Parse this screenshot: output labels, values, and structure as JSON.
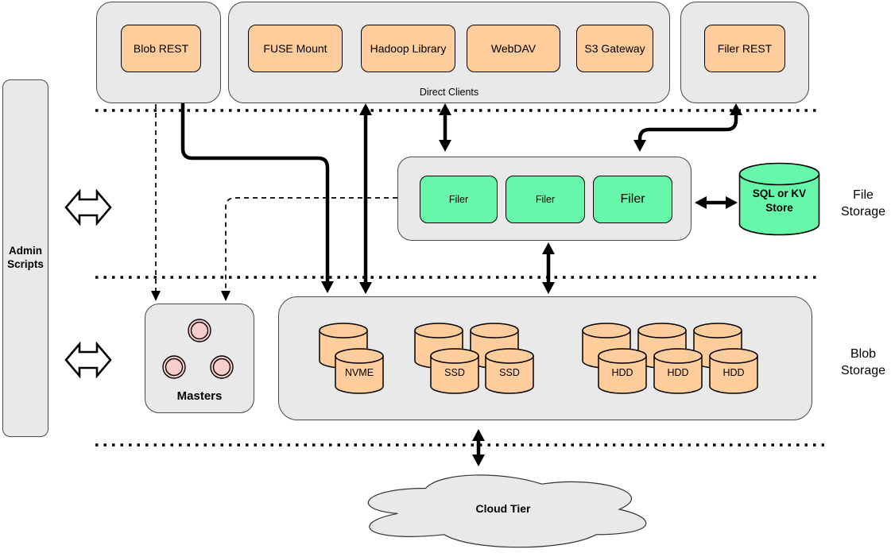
{
  "diagram": {
    "admin_scripts_label": "Admin Scripts",
    "top_row": {
      "blob_rest": "Blob REST",
      "direct_clients": {
        "title": "Direct Clients",
        "clients": [
          "FUSE Mount",
          "Hadoop Library",
          "WebDAV",
          "S3 Gateway"
        ]
      },
      "filer_rest": "Filer REST"
    },
    "file_storage": {
      "section_label": "File Storage",
      "filers": [
        "Filer",
        "Filer",
        "Filer"
      ],
      "metadata_store": "SQL or KV Store"
    },
    "masters": {
      "label": "Masters",
      "node_count": 3
    },
    "blob_storage": {
      "section_label": "Blob Storage",
      "volume_servers": [
        "NVME",
        "SSD",
        "SSD",
        "HDD",
        "HDD",
        "HDD"
      ]
    },
    "cloud_tier": {
      "label": "Cloud Tier"
    },
    "colors": {
      "client_orange": "#FFCC9B",
      "filer_green": "#66F7AA",
      "master_pink": "#F9CDCB",
      "container_gray": "#E9E9E9",
      "line_black": "#000000"
    }
  }
}
